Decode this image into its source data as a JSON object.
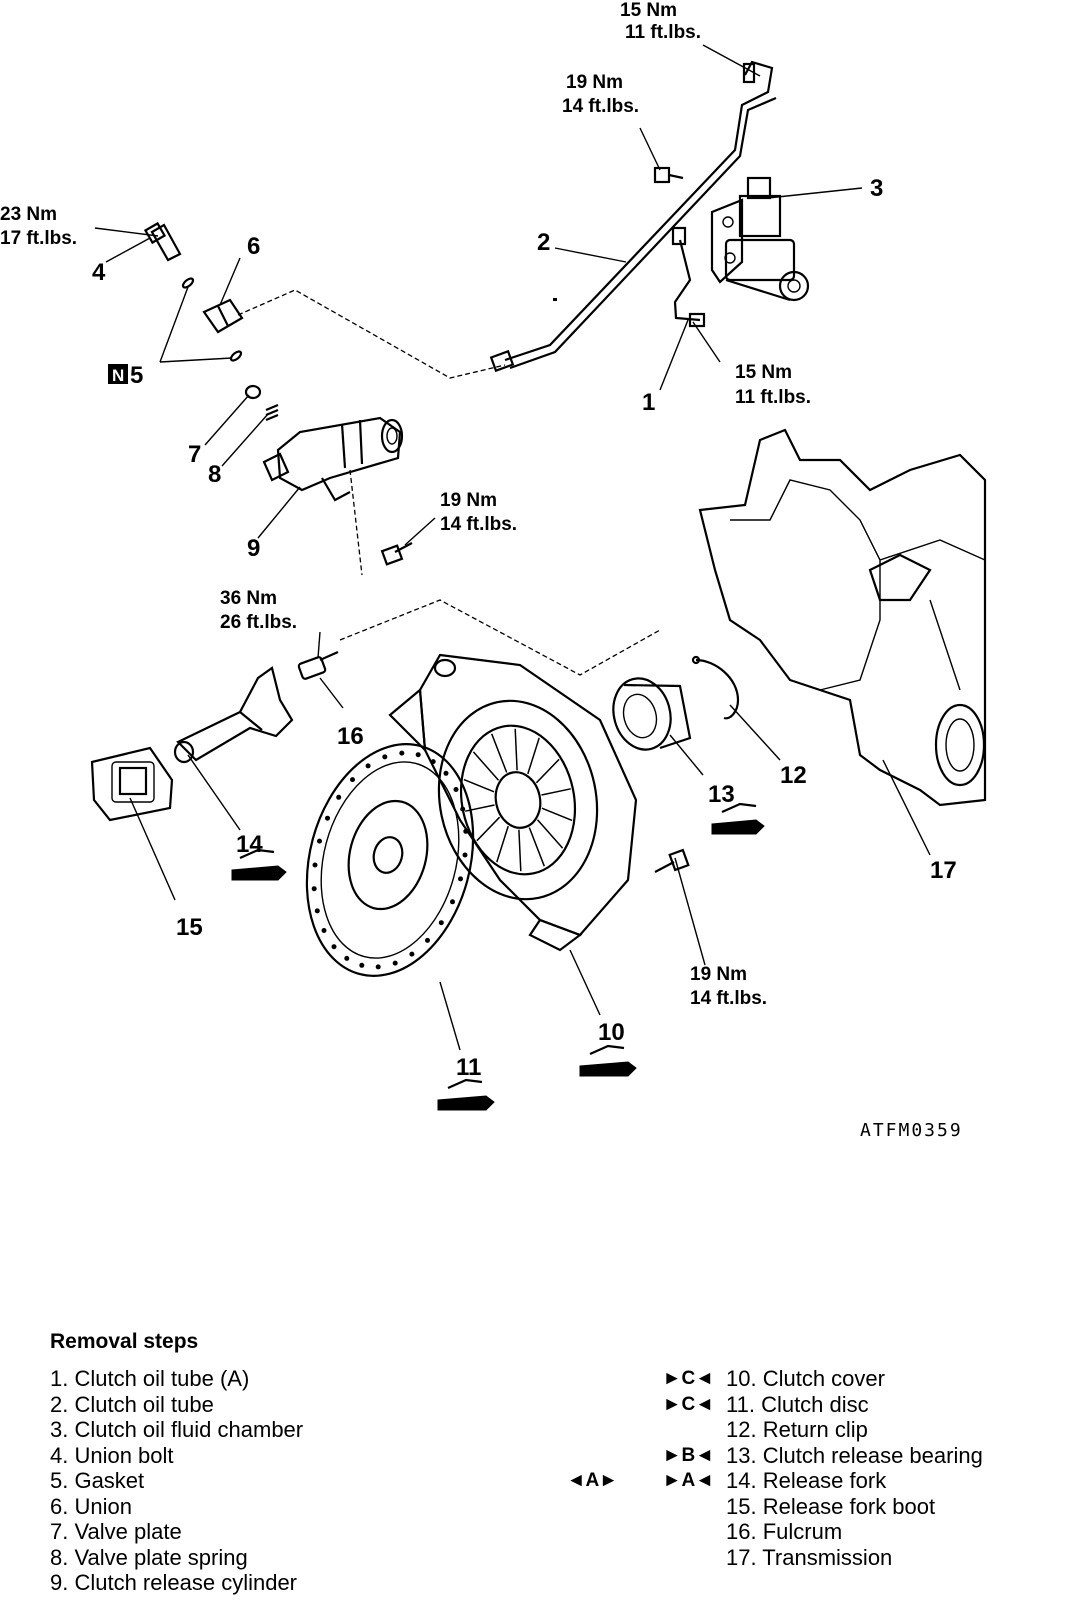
{
  "diagram": {
    "torque": {
      "t_top": {
        "nm": "15 Nm",
        "ftlb": "11 ft.lbs."
      },
      "t_19a": {
        "nm": "19 Nm",
        "ftlb": "14 ft.lbs."
      },
      "t_23": {
        "nm": "23 Nm",
        "ftlb": "17 ft.lbs."
      },
      "t_15b": {
        "nm": "15 Nm",
        "ftlb": "11 ft.lbs."
      },
      "t_19b": {
        "nm": "19 Nm",
        "ftlb": "14 ft.lbs."
      },
      "t_36": {
        "nm": "36 Nm",
        "ftlb": "26 ft.lbs."
      },
      "t_19c": {
        "nm": "19 Nm",
        "ftlb": "14 ft.lbs."
      }
    },
    "callouts": [
      "1",
      "2",
      "3",
      "4",
      "5",
      "6",
      "7",
      "8",
      "9",
      "10",
      "11",
      "12",
      "13",
      "14",
      "15",
      "16",
      "17"
    ],
    "new_part_badge": "N",
    "drawing_code": "ATFM0359"
  },
  "steps": {
    "title": "Removal steps",
    "left": [
      "1. Clutch oil tube (A)",
      "2. Clutch oil tube",
      "3. Clutch oil fluid chamber",
      "4. Union bolt",
      "5. Gasket",
      "6. Union",
      "7. Valve plate",
      "8. Valve plate spring",
      "9. Clutch release cylinder"
    ],
    "right": [
      "10. Clutch cover",
      "11. Clutch disc",
      "12. Return clip",
      "13. Clutch release bearing",
      "14. Release fork",
      "15. Release fork boot",
      "16. Fulcrum",
      "17. Transmission"
    ],
    "service_marks": {
      "r10": "►C◄",
      "r11": "►C◄",
      "r13": "►B◄",
      "r14": "►A◄",
      "r14_install": "◄A►"
    }
  }
}
